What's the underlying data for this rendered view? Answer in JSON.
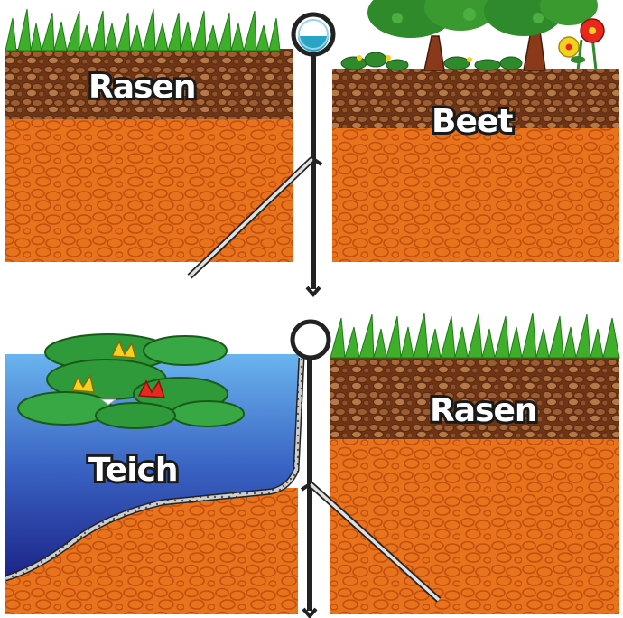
{
  "panels": {
    "top": {
      "left_label": "Rasen",
      "right_label": "Beet"
    },
    "bottom": {
      "left_label": "Teich",
      "right_label": "Rasen"
    }
  },
  "colors": {
    "subsoil": "#e8731c",
    "subsoil_pattern": "#c95a12",
    "topsoil": "#8a4a22",
    "topsoil_stone": "#b06a3a",
    "grass": "#3fae2a",
    "water_top": "#5aa8e8",
    "water_bottom": "#1c2a8a",
    "stake": "#222222",
    "lily_pad": "#2e9a3a",
    "flower_yellow": "#f4d21c",
    "flower_red": "#e8281c"
  },
  "icons": [
    "grass-icon",
    "tree-icon",
    "flower-icon",
    "water-lily-icon",
    "edging-stake-icon"
  ]
}
